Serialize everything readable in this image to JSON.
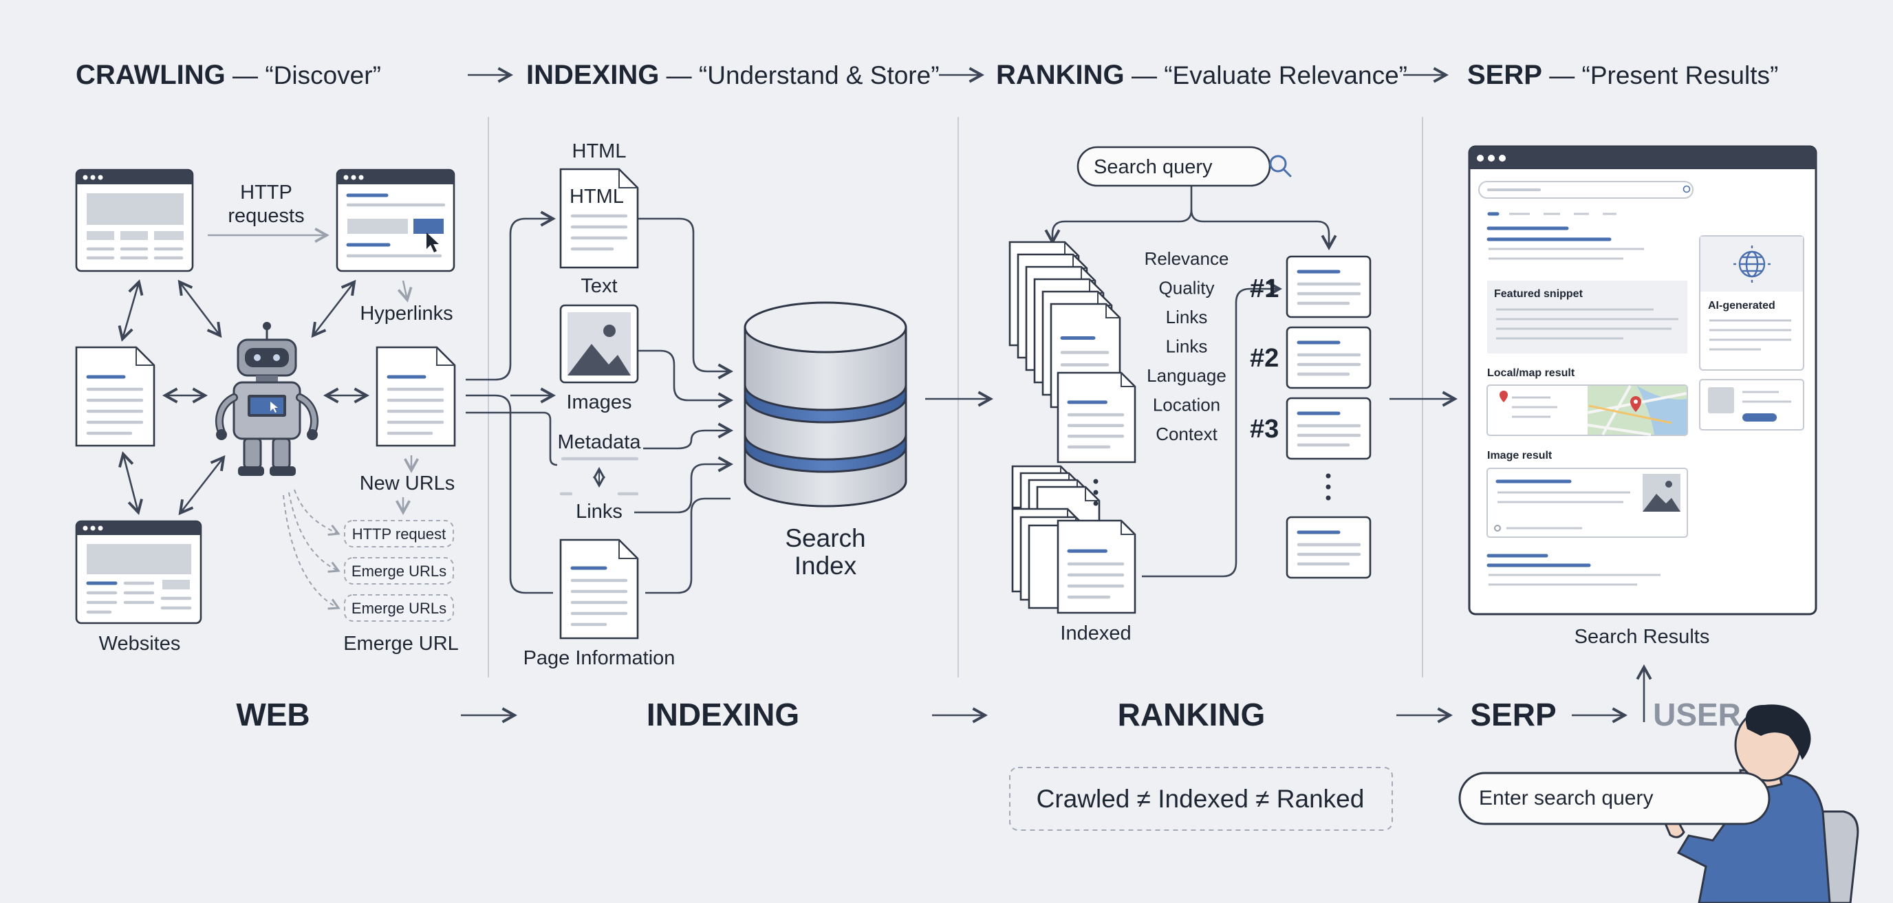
{
  "headers": [
    {
      "bold": "CRAWLING",
      "rest": " — “Discover”"
    },
    {
      "bold": "INDEXING",
      "rest": " — “Understand & Store”"
    },
    {
      "bold": "RANKING",
      "rest": " — “Evaluate Relevance”"
    },
    {
      "bold": "SERP",
      "rest": " — “Present Results”"
    }
  ],
  "crawling": {
    "http_requests": [
      "HTTP",
      "requests"
    ],
    "hyperlinks": "Hyperlinks",
    "new_urls": "New URLs",
    "pills": [
      "HTTP request",
      "Emerge URLs",
      "Emerge URLs"
    ],
    "emerge_url": "Emerge URL",
    "websites": "Websites"
  },
  "indexing": {
    "html_top": "HTML",
    "html_doc": "HTML",
    "text": "Text",
    "images": "Images",
    "metadata": "Metadata",
    "links": "Links",
    "page_information": "Page Information",
    "search_index": [
      "Search",
      "Index"
    ]
  },
  "ranking": {
    "search_query": "Search query",
    "factors": [
      "Relevance",
      "Quality",
      "Links",
      "Links",
      "Language",
      "Location",
      "Context"
    ],
    "ranks": [
      "#1",
      "#2",
      "#3"
    ],
    "indexed": "Indexed"
  },
  "serp": {
    "featured_snippet": "Featured snippet",
    "ai_generated": "AI-generated",
    "local_map": "Local/map result",
    "image_result": "Image result",
    "search_results": "Search Results"
  },
  "bottom_flow": [
    "WEB",
    "INDEXING",
    "RANKING",
    "SERP",
    "USER"
  ],
  "note": "Crawled ≠ Indexed ≠ Ranked",
  "user_input": "Enter search query",
  "colors": {
    "accent": "#4a6fae",
    "ink": "#2f3747",
    "background": "#eef0f4",
    "muted": "#c4c9d2"
  }
}
